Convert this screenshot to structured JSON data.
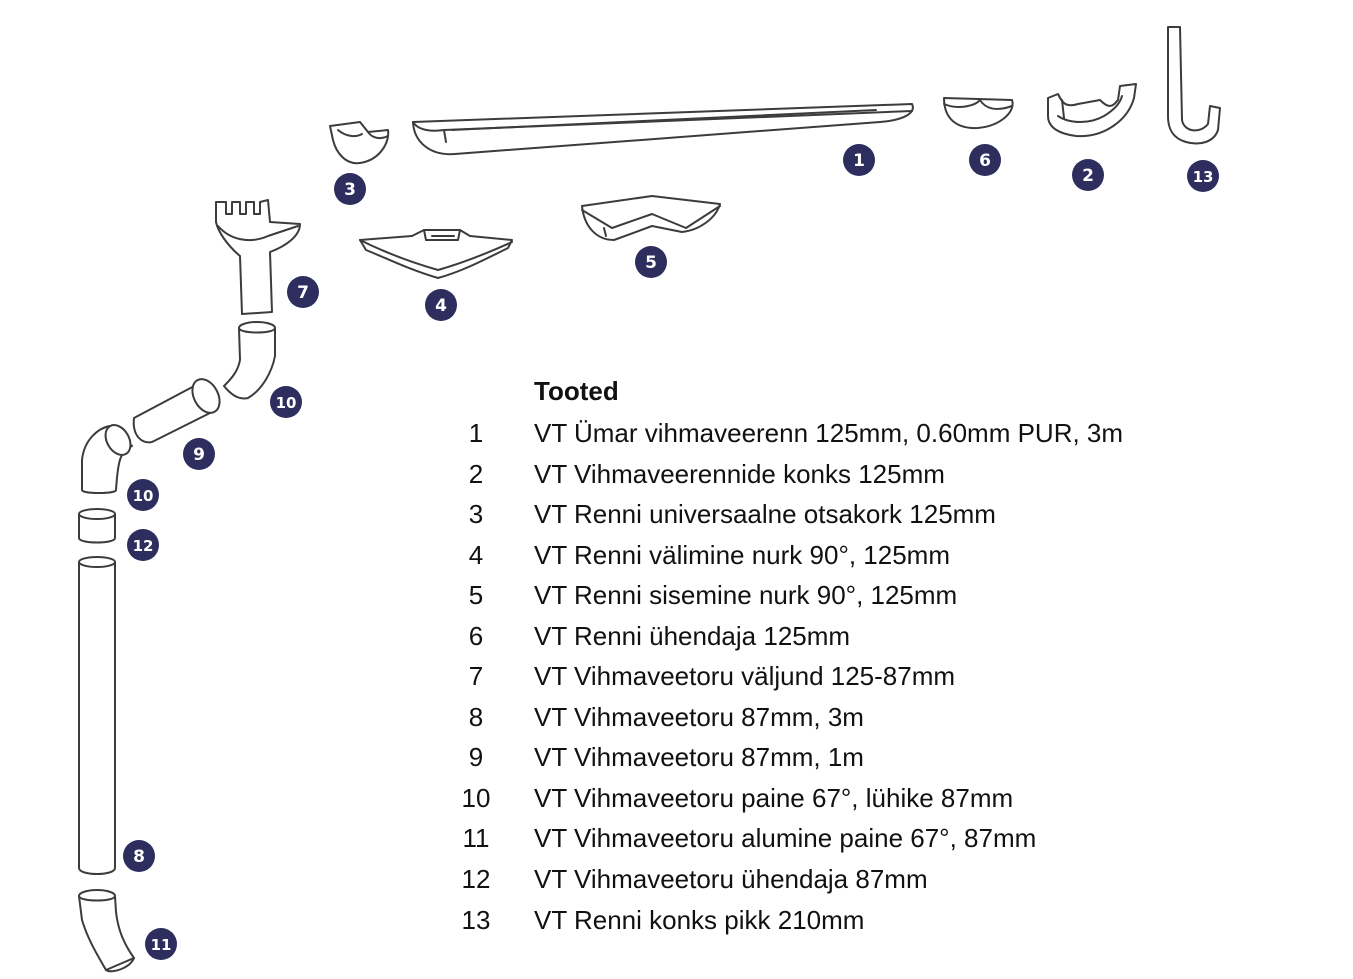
{
  "legend": {
    "title": "Tooted",
    "items": [
      {
        "num": "1",
        "label": "VT Ümar vihmaveerenn 125mm, 0.60mm PUR, 3m"
      },
      {
        "num": "2",
        "label": "VT Vihmaveerennide konks 125mm"
      },
      {
        "num": "3",
        "label": "VT Renni universaalne otsakork 125mm"
      },
      {
        "num": "4",
        "label": "VT Renni välimine nurk 90°, 125mm"
      },
      {
        "num": "5",
        "label": "VT Renni sisemine nurk 90°, 125mm"
      },
      {
        "num": "6",
        "label": "VT Renni ühendaja 125mm"
      },
      {
        "num": "7",
        "label": "VT Vihmaveetoru väljund 125-87mm"
      },
      {
        "num": "8",
        "label": "VT Vihmaveetoru 87mm, 3m"
      },
      {
        "num": "9",
        "label": "VT Vihmaveetoru 87mm, 1m"
      },
      {
        "num": "10",
        "label": "VT Vihmaveetoru paine 67°, lühike 87mm"
      },
      {
        "num": "11",
        "label": "VT Vihmaveetoru alumine paine 67°, 87mm"
      },
      {
        "num": "12",
        "label": "VT Vihmaveetoru ühendaja 87mm"
      },
      {
        "num": "13",
        "label": "VT Renni konks pikk 210mm"
      }
    ]
  },
  "badges": {
    "b1": "1",
    "b2": "2",
    "b3": "3",
    "b4": "4",
    "b5": "5",
    "b6": "6",
    "b7": "7",
    "b8": "8",
    "b9": "9",
    "b10a": "10",
    "b10b": "10",
    "b11": "11",
    "b12": "12",
    "b13": "13"
  },
  "colors": {
    "badge": "#2d2d5e",
    "outline": "#3c3c3c",
    "text": "#111111"
  }
}
